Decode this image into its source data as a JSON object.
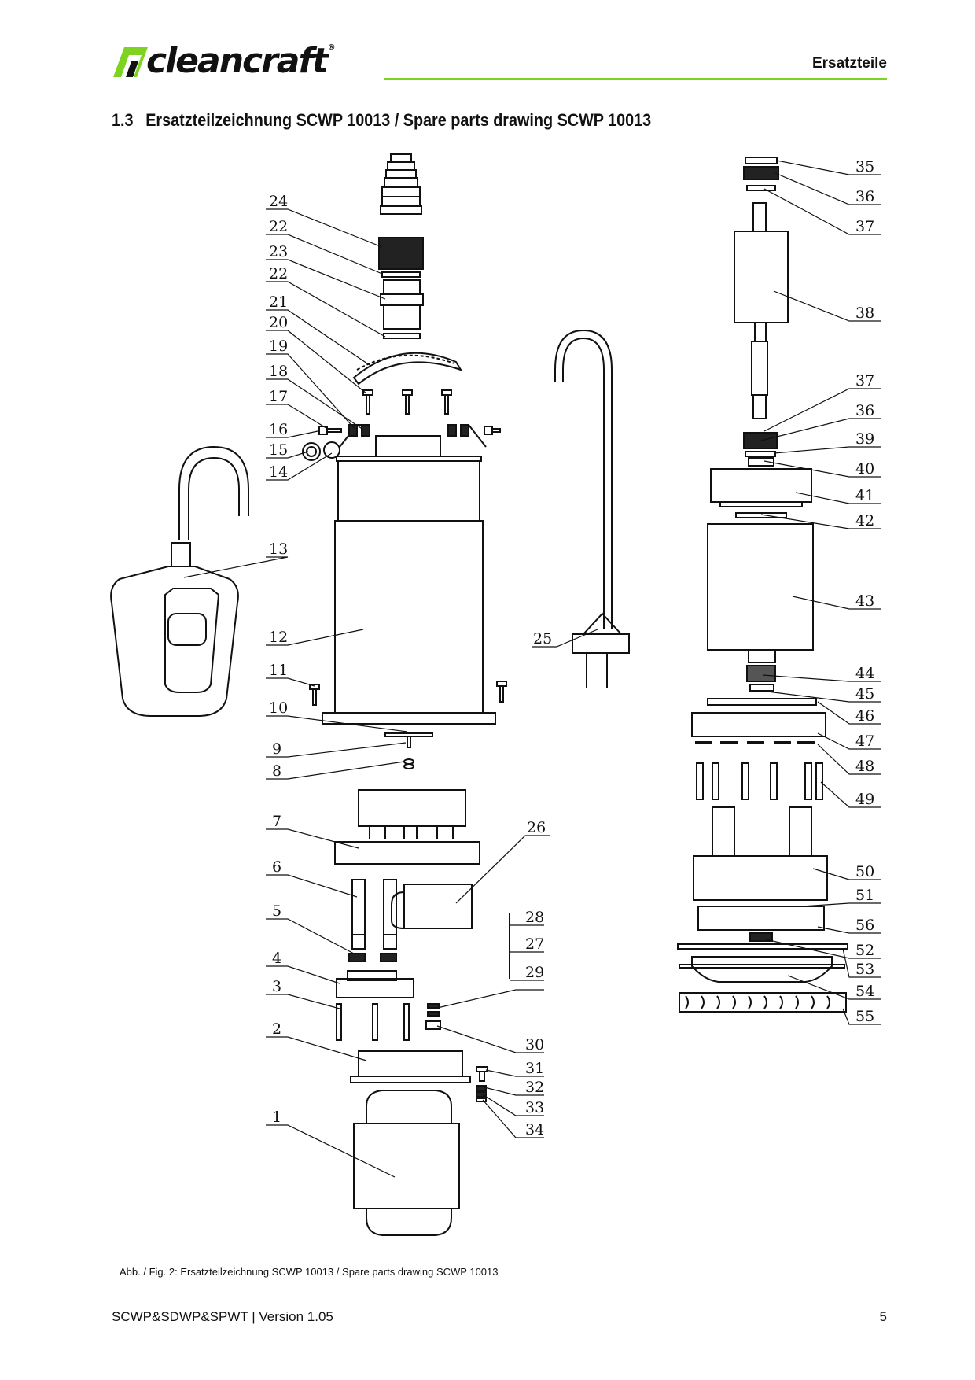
{
  "header": {
    "brand": "cleancraft",
    "brand_reg": "®",
    "section": "Ersatzteile",
    "accent_color": "#7ed321"
  },
  "title": {
    "number": "1.3",
    "text": "Ersatzteilzeichnung SCWP 10013 / Spare parts drawing SCWP 10013"
  },
  "drawing": {
    "left_labels": [
      "24",
      "22",
      "23",
      "22",
      "21",
      "20",
      "19",
      "18",
      "17",
      "16",
      "15",
      "14",
      "13",
      "12",
      "11",
      "10",
      "9",
      "8",
      "7",
      "6",
      "5",
      "4",
      "3",
      "2",
      "1"
    ],
    "center_labels": [
      "25",
      "26",
      "28",
      "27",
      "29",
      "30",
      "31",
      "32",
      "33",
      "34"
    ],
    "right_labels": [
      "35",
      "36",
      "37",
      "38",
      "37",
      "36",
      "39",
      "40",
      "41",
      "42",
      "43",
      "44",
      "45",
      "46",
      "47",
      "48",
      "49",
      "50",
      "51",
      "56",
      "52",
      "53",
      "54",
      "55"
    ]
  },
  "caption": "Abb. / Fig. 2: Ersatzteilzeichnung SCWP 10013 / Spare parts drawing SCWP 10013",
  "footer": {
    "doc": "SCWP&SDWP&SPWT  | Version 1.05",
    "page": "5"
  }
}
